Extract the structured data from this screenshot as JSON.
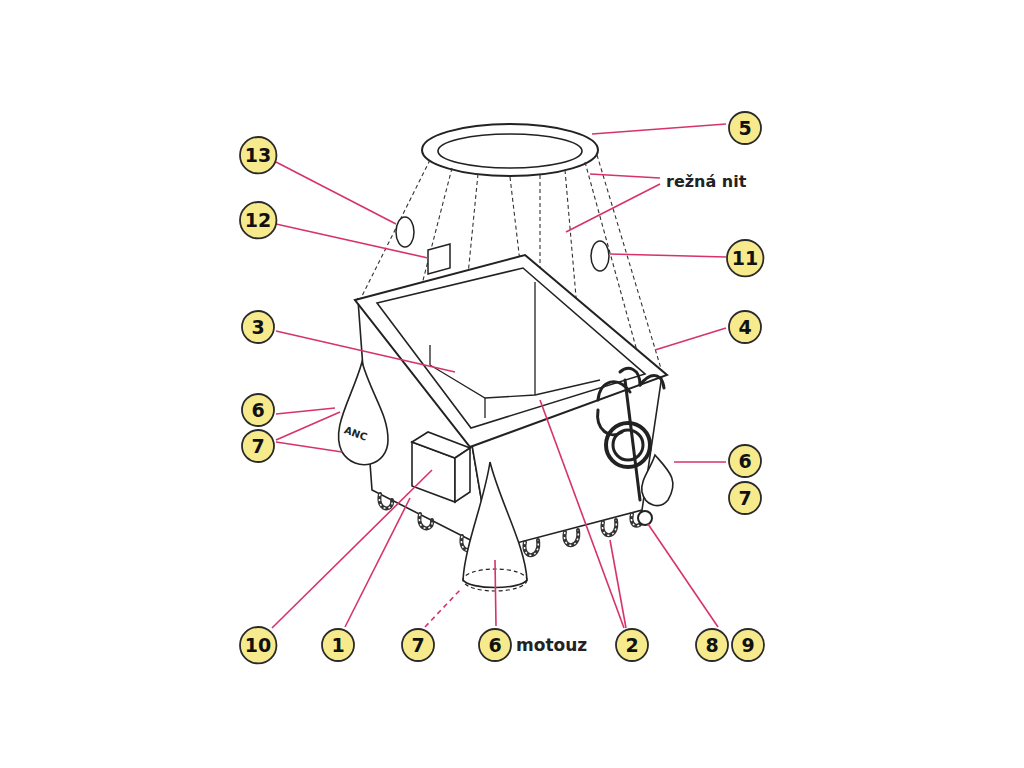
{
  "diagram": {
    "nodes": [
      {
        "text": [
          "5"
        ]
      },
      {
        "text": [
          "13"
        ]
      },
      {
        "text": [
          "12"
        ]
      },
      {
        "text": [
          "11"
        ]
      },
      {
        "text": [
          "3"
        ]
      },
      {
        "text": [
          "4"
        ]
      },
      {
        "text": [
          "6"
        ]
      },
      {
        "text": [
          "7"
        ]
      },
      {
        "text": [
          "6"
        ]
      },
      {
        "text": [
          "7"
        ]
      },
      {
        "text": [
          "10"
        ]
      },
      {
        "text": [
          "1"
        ]
      },
      {
        "text": [
          "7"
        ]
      },
      {
        "text": [
          "6"
        ]
      },
      {
        "text": [
          "2"
        ]
      },
      {
        "text": [
          "8"
        ]
      },
      {
        "text": [
          "9"
        ]
      }
    ],
    "labels": [
      "režná nit",
      "ANC",
      "motouz"
    ]
  }
}
